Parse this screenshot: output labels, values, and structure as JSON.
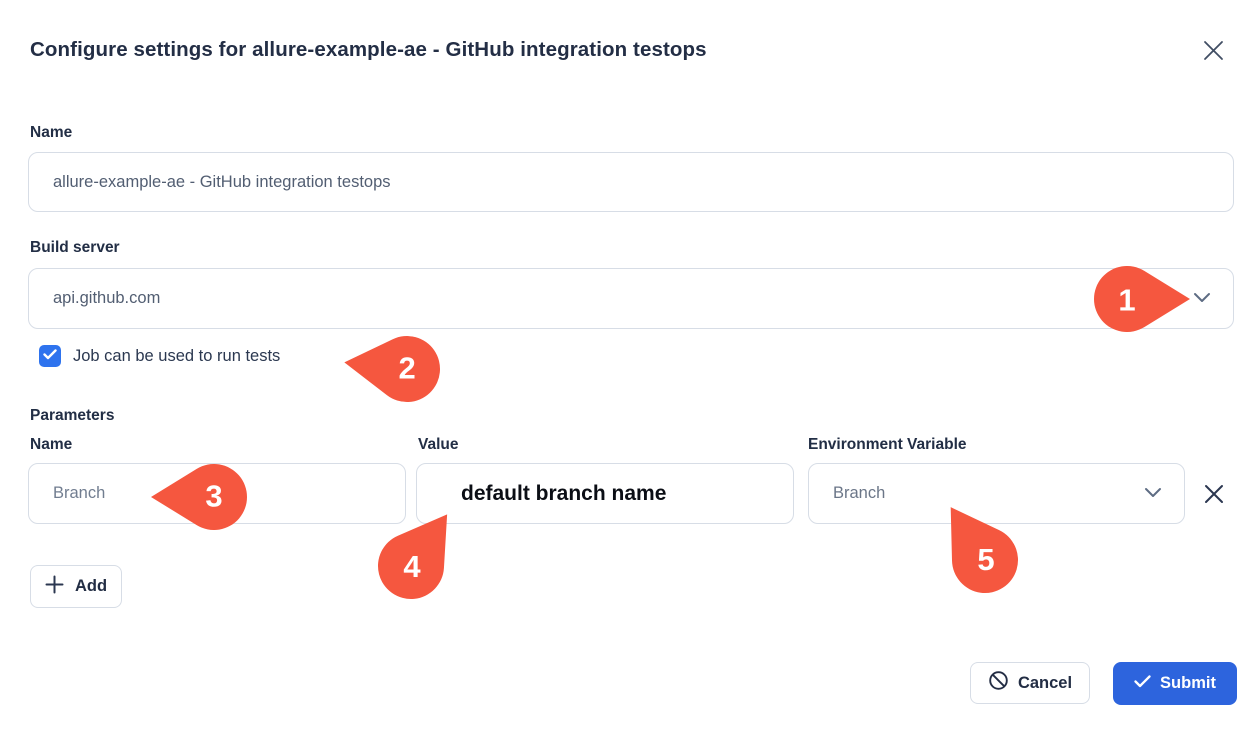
{
  "dialog": {
    "title": "Configure settings for allure-example-ae - GitHub integration testops"
  },
  "fields": {
    "name": {
      "label": "Name",
      "value": "allure-example-ae - GitHub integration testops"
    },
    "build_server": {
      "label": "Build server",
      "value": "api.github.com"
    },
    "run_tests_checkbox": {
      "label": "Job can be used to run tests",
      "checked": true
    }
  },
  "parameters": {
    "section_label": "Parameters",
    "columns": {
      "name": "Name",
      "value": "Value",
      "env": "Environment Variable"
    },
    "rows": [
      {
        "name": "Branch",
        "value": "default branch name",
        "env": "Branch"
      }
    ],
    "add_label": "Add"
  },
  "footer": {
    "cancel_label": "Cancel",
    "submit_label": "Submit"
  },
  "annotations": {
    "markers": [
      {
        "number": "1"
      },
      {
        "number": "2"
      },
      {
        "number": "3"
      },
      {
        "number": "4"
      },
      {
        "number": "5"
      }
    ]
  },
  "colors": {
    "marker_red": "#f5573f",
    "submit_blue": "#2d64dd",
    "checkbox_blue": "#2e73ee",
    "text_dark": "#232e45",
    "input_text": "#525e72",
    "border": "#d7dde6"
  }
}
